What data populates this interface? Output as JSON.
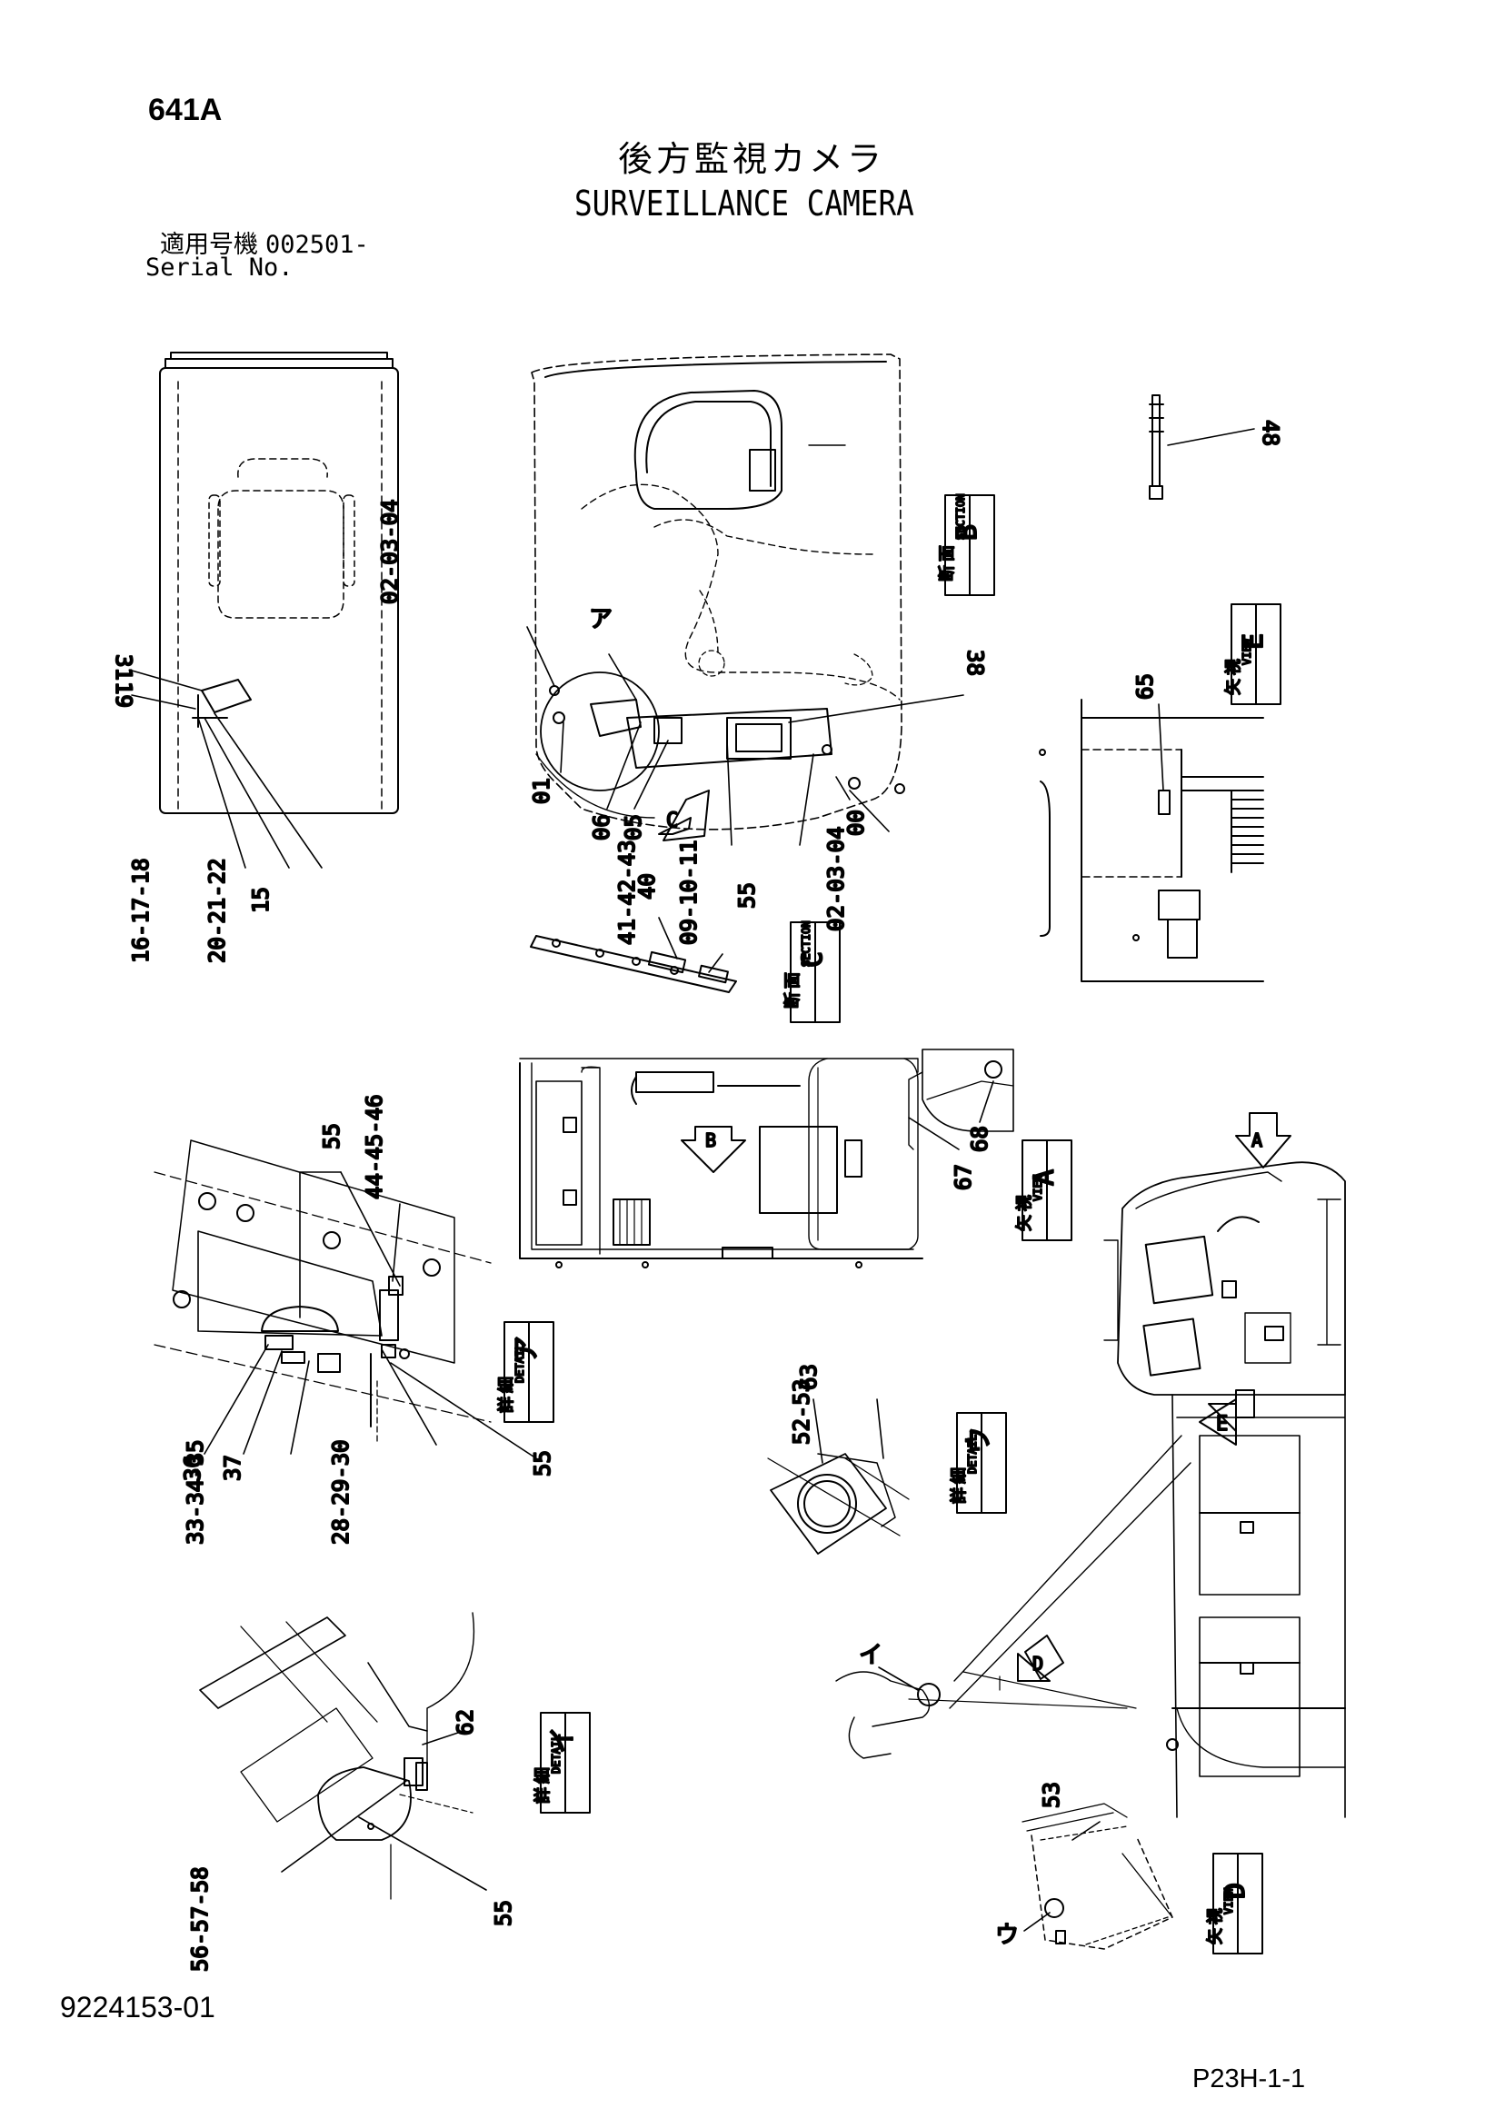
{
  "header": {
    "page_code": "641A",
    "title_jp": "後方監視カメラ",
    "title_en": "SURVEILLANCE CAMERA",
    "serial_label_jp": "適用号機",
    "serial_value": "002501-",
    "serial_label_en": "Serial No."
  },
  "footer": {
    "doc_number": "9224153-01",
    "page_ref": "P23H-1-1"
  },
  "views": {
    "section_b": {
      "jp1": "断",
      "jp2": "面",
      "en": "SECTION",
      "letter": "B"
    },
    "section_c": {
      "jp1": "断",
      "jp2": "面",
      "en": "SECTION",
      "letter": "C"
    },
    "view_e": {
      "jp1": "矢",
      "jp2": "視",
      "en": "VIEW",
      "letter": "E"
    },
    "view_a": {
      "jp1": "矢",
      "jp2": "視",
      "en": "VIEW",
      "letter": "A"
    },
    "view_d": {
      "jp1": "矢",
      "jp2": "視",
      "en": "VIEW",
      "letter": "D"
    },
    "detail_a": {
      "jp1": "詳",
      "jp2": "細",
      "en": "DETAIL",
      "letter": "ア"
    },
    "detail_i": {
      "jp1": "詳",
      "jp2": "細",
      "en": "DETAIL",
      "letter": "イ"
    },
    "detail_u": {
      "jp1": "詳",
      "jp2": "細",
      "en": "DETAIL",
      "letter": "ウ"
    }
  },
  "arrow_letters": {
    "b": "B",
    "c": "C",
    "a": "A",
    "e": "E",
    "d": "D"
  },
  "callouts": {
    "c31": "31",
    "c19": "19",
    "c16_17_18": "16-17-18",
    "c15": "15",
    "c20_21_22": "20-21-22",
    "c02_03_04_top": "02-03-04",
    "c_a_kana": "ア",
    "c38": "38",
    "c01": "01",
    "c06": "06",
    "c05": "05",
    "c41_42_43": "41-42-43",
    "c55_mid": "55",
    "c09_10_11": "09-10-11",
    "c00": "00",
    "c02_03_04_bot": "02-03-04",
    "c40": "40",
    "c48": "48",
    "c65": "65",
    "c55_detail": "55",
    "c44_45_46": "44-45-46",
    "c36": "36",
    "c37": "37",
    "c33_34_35": "33-34-35",
    "c28_29_30": "28-29-30",
    "c55_detail_b": "55",
    "c68": "68",
    "c67": "67",
    "c63": "63",
    "c52_53": "52-53",
    "c62": "62",
    "c56_57_58": "56-57-58",
    "c55_bot": "55",
    "c_i_kana": "イ",
    "c53": "53",
    "c_u_kana": "ウ"
  }
}
